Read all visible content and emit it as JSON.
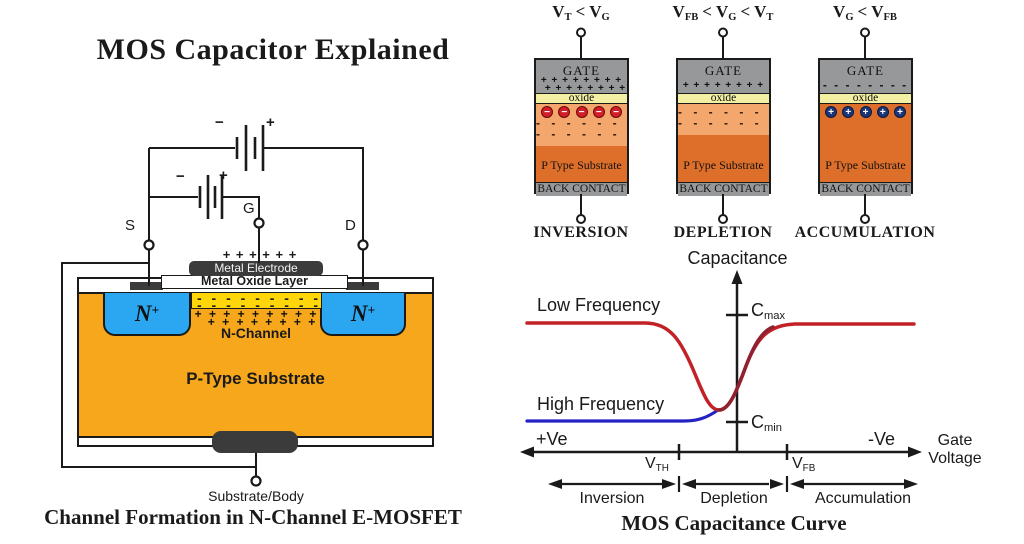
{
  "mosfet": {
    "title": "MOS Capacitor Explained",
    "caption": "Channel Formation in N-Channel E-MOSFET",
    "source_label": "S",
    "gate_label": "G",
    "drain_label": "D",
    "body_label": "Substrate/Body",
    "battery_vds": {
      "minus": "−",
      "plus": "+"
    },
    "battery_vgs": {
      "minus": "−",
      "plus": "+"
    },
    "gate_charge_row": "+ + +  + + +",
    "electrode_label": "Metal Electrode",
    "oxide_label": "Metal Oxide Layer",
    "n_plus": {
      "base": "N",
      "sup": "+"
    },
    "inversion_dash_rows": [
      "- - - - - - - - -",
      "- - - - - - - - -"
    ],
    "channel_plus_rows": [
      "+ + + + + + + + +",
      "+ + + + + + + +"
    ],
    "channel_label": "N-Channel",
    "substrate_label": "P-Type Substrate",
    "colors": {
      "substrate": "#f7a71c",
      "n_well": "#2ba6f0",
      "channel": "#ffd60a",
      "metal": "#3b3b3b"
    }
  },
  "capacitors": {
    "items": [
      {
        "condition": {
          "t1": "V",
          "t1sub": "T",
          "op1": "<",
          "t2": "V",
          "t2sub": "G"
        },
        "gate_label": "GATE",
        "gate_charge_rows": [
          "+ + + + + + + +",
          "+ + + + + + + +"
        ],
        "oxide_label": "oxide",
        "carrier_symbol": "−",
        "depletion_dash_rows": [
          "- - - - - - - -",
          "- - - - - - - -"
        ],
        "substrate_label": "P Type Substrate",
        "back_contact_label": "BACK CONTACT",
        "state_label": "INVERSION"
      },
      {
        "condition": {
          "t1": "V",
          "t1sub": "FB",
          "op1": "<",
          "t2": "V",
          "t2sub": "G",
          "op2": "<",
          "t3": "V",
          "t3sub": "T"
        },
        "gate_label": "GATE",
        "gate_charge_rows": [
          "+ + + + + + + +"
        ],
        "oxide_label": "oxide",
        "depletion_dash_rows": [
          "- - - - - - - -",
          "- - - - - - - -"
        ],
        "substrate_label": "P Type Substrate",
        "back_contact_label": "BACK CONTACT",
        "state_label": "DEPLETION"
      },
      {
        "condition": {
          "t1": "V",
          "t1sub": "G",
          "op1": "<",
          "t2": "V",
          "t2sub": "FB"
        },
        "gate_label": "GATE",
        "gate_charge_rows": [
          "- - - - - - - -"
        ],
        "oxide_label": "oxide",
        "carrier_symbol": "+",
        "substrate_label": "P Type Substrate",
        "back_contact_label": "BACK CONTACT",
        "state_label": "ACCUMULATION"
      }
    ],
    "colors": {
      "gate": "#96989a",
      "oxide": "#f3efa3",
      "depletion_band": "#f3a76c",
      "substrate": "#dd6f2b",
      "electron": "#d01f26",
      "hole": "#1c3577"
    }
  },
  "curve": {
    "axis_label_y": "Capacitance",
    "c_max": {
      "base": "C",
      "sub": "max"
    },
    "c_min": {
      "base": "C",
      "sub": "min"
    },
    "low_freq_label": "Low Frequency",
    "high_freq_label": "High Frequency",
    "left_polarity": "+Ve",
    "right_polarity": "-Ve",
    "axis_label_x_line1": "Gate",
    "axis_label_x_line2": "Voltage",
    "v_th": {
      "base": "V",
      "sub": "TH"
    },
    "v_fb": {
      "base": "V",
      "sub": "FB"
    },
    "region_labels": [
      "Inversion",
      "Depletion",
      "Accumulation"
    ],
    "caption": "MOS Capacitance Curve",
    "colors": {
      "low_frequency": "#c22127",
      "high_frequency": "#2522c4"
    }
  },
  "chart_data": {
    "type": "line",
    "title": "MOS Capacitance Curve",
    "xlabel": "Gate Voltage (+Ve at left to -Ve at right)",
    "ylabel": "Capacitance",
    "x_markers": [
      "V_TH",
      "V_FB"
    ],
    "y_markers": [
      "C_min",
      "C_max"
    ],
    "regions": [
      {
        "name": "Inversion",
        "range": "left end to V_TH"
      },
      {
        "name": "Depletion",
        "range": "V_TH to V_FB"
      },
      {
        "name": "Accumulation",
        "range": "V_FB to right end"
      }
    ],
    "series": [
      {
        "name": "Low Frequency",
        "color": "#c22127",
        "description": "C_max in inversion, dips near C_min in depletion, returns to C_max in accumulation",
        "points_norm_x_y": [
          [
            0.0,
            1.0
          ],
          [
            0.3,
            1.0
          ],
          [
            0.42,
            0.85
          ],
          [
            0.47,
            0.35
          ],
          [
            0.5,
            0.12
          ],
          [
            0.53,
            0.35
          ],
          [
            0.57,
            0.85
          ],
          [
            0.62,
            1.0
          ],
          [
            1.0,
            1.0
          ]
        ]
      },
      {
        "name": "High Frequency",
        "color": "#2522c4",
        "description": "stays at C_min through inversion and merges with the low-frequency curve in depletion",
        "points_norm_x_y": [
          [
            0.0,
            0.0
          ],
          [
            0.4,
            0.0
          ],
          [
            0.47,
            0.05
          ],
          [
            0.5,
            0.12
          ]
        ]
      }
    ],
    "legend_position": "labels beside curves",
    "grid": false
  }
}
